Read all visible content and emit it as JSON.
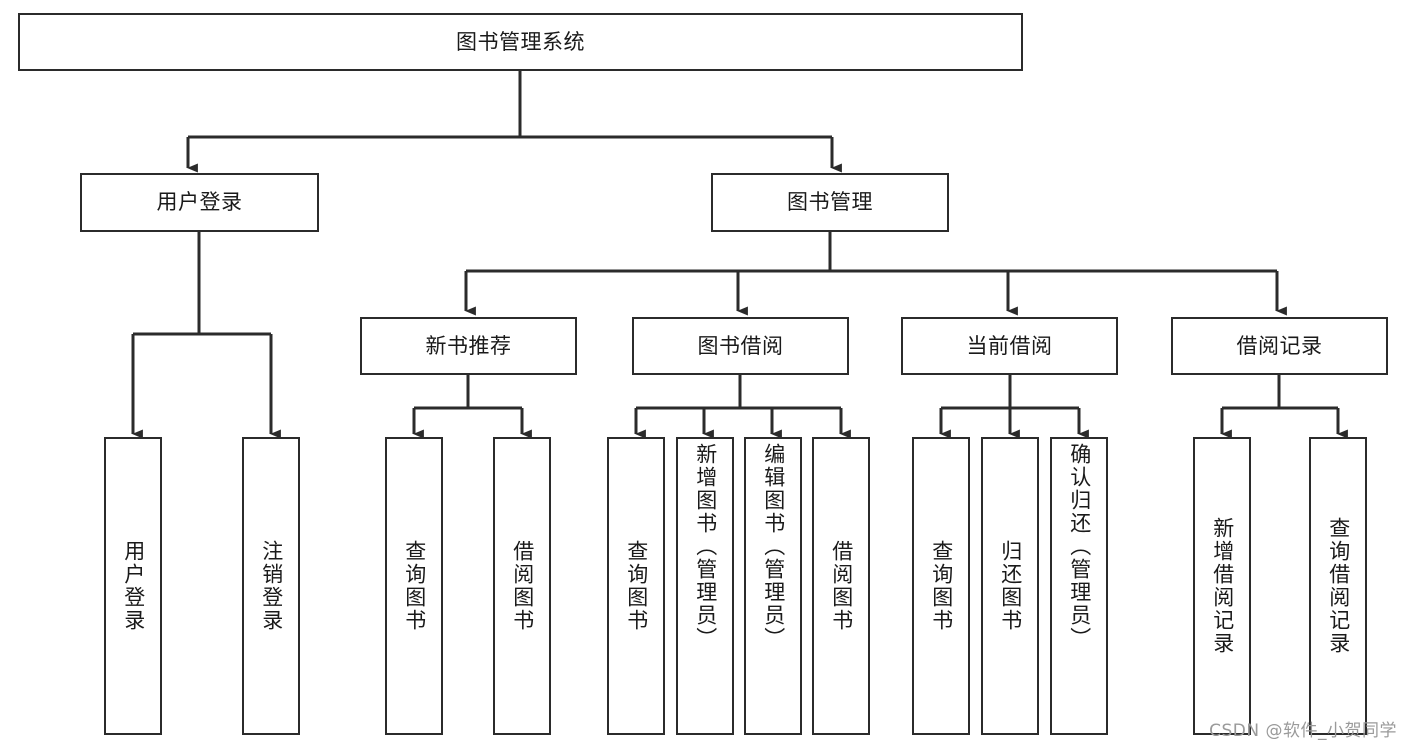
{
  "diagram": {
    "title": "图书管理系统",
    "type": "tree-hierarchy-chart",
    "colors": {
      "background": "#ffffff",
      "box_border": "#2b2b2b",
      "box_fill": "#ffffff",
      "text": "#1a1a1a",
      "edge": "#2b2b2b",
      "watermark": "#9a9a9a"
    },
    "watermark": "CSDN @软件_小贺同学"
  },
  "nodes": {
    "root": {
      "label": "图书管理系统"
    },
    "level2": [
      {
        "id": "user-login",
        "label": "用户登录"
      },
      {
        "id": "book-manage",
        "label": "图书管理"
      }
    ],
    "level3": [
      {
        "id": "new-book-recommend",
        "label": "新书推荐"
      },
      {
        "id": "book-borrow",
        "label": "图书借阅"
      },
      {
        "id": "current-borrow",
        "label": "当前借阅"
      },
      {
        "id": "borrow-record",
        "label": "借阅记录"
      }
    ],
    "leaves": {
      "user_login": [
        {
          "id": "leaf-user-login",
          "label": "用户登录"
        },
        {
          "id": "leaf-logout-login",
          "label": "注销登录"
        }
      ],
      "new_book_recommend": [
        {
          "id": "leaf-query-book-1",
          "label": "查询图书"
        },
        {
          "id": "leaf-borrow-book-1",
          "label": "借阅图书"
        }
      ],
      "book_borrow": [
        {
          "id": "leaf-query-book-2",
          "label": "查询图书"
        },
        {
          "id": "leaf-add-book",
          "label": "新增图书（管理员）"
        },
        {
          "id": "leaf-edit-book",
          "label": "编辑图书（管理员）"
        },
        {
          "id": "leaf-borrow-book-2",
          "label": "借阅图书"
        }
      ],
      "current_borrow": [
        {
          "id": "leaf-query-book-3",
          "label": "查询图书"
        },
        {
          "id": "leaf-return-book",
          "label": "归还图书"
        },
        {
          "id": "leaf-confirm-return",
          "label": "确认归还（管理员）"
        }
      ],
      "borrow_record": [
        {
          "id": "leaf-add-record",
          "label": "新增借阅记录"
        },
        {
          "id": "leaf-query-record",
          "label": "查询借阅记录"
        }
      ]
    }
  }
}
